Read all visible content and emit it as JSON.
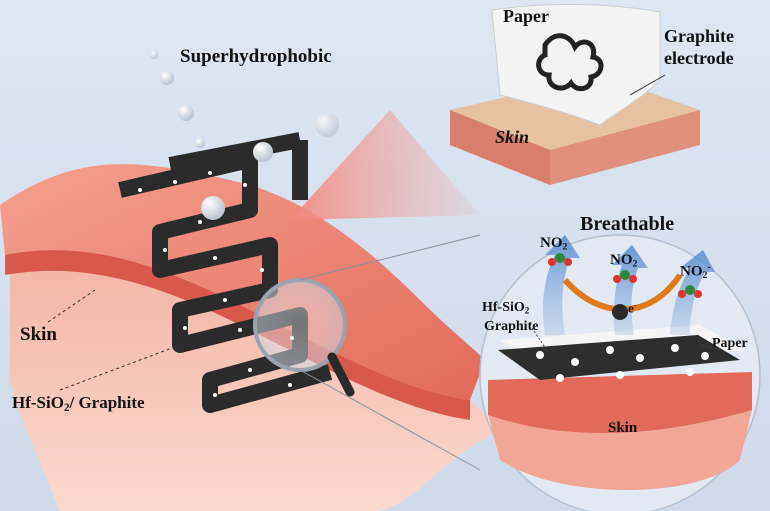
{
  "labels": {
    "superhydrophobic": "Superhydrophobic",
    "paper_top": "Paper",
    "graphite_electrode_1": "Graphite",
    "graphite_electrode_2": "electrode",
    "skin_top": "Skin",
    "skin_left": "Skin",
    "hf_graphite_main": "Hf-SiO",
    "hf_graphite_sub": "2",
    "hf_graphite_rest": "/ Graphite",
    "breathable": "Breathable",
    "no2_a_main": "NO",
    "no2_a_sub": "2",
    "no2_b_main": "NO",
    "no2_b_sub": "2",
    "no2_c_main": "NO",
    "no2_c_sub": "2",
    "no2_c_sup": "-",
    "e_main": "e",
    "e_sup": "-",
    "hf_sio2_main": "Hf-SiO",
    "hf_sio2_sub": "2",
    "graphite_inset": "Graphite",
    "paper_inset": "Paper",
    "skin_inset": "Skin"
  }
}
